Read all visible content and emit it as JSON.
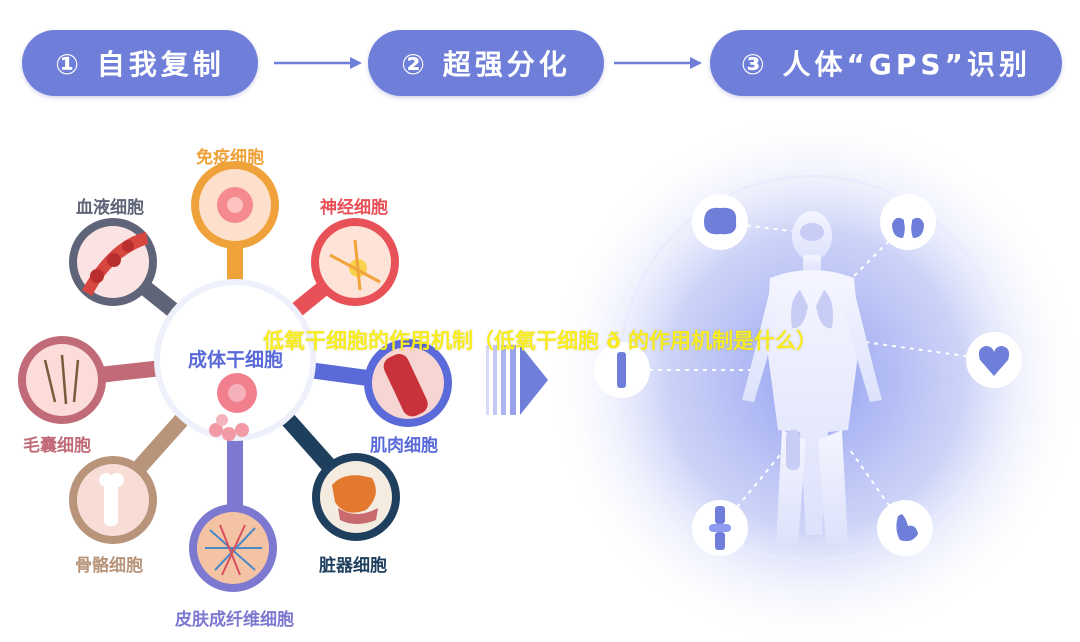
{
  "steps": [
    {
      "label": "① 自我复制"
    },
    {
      "label": "② 超强分化"
    },
    {
      "label": "③ 人体“GPS”识别"
    }
  ],
  "hub": {
    "label": "成体干细胞"
  },
  "cells": [
    {
      "label": "免疫细胞",
      "color": "#f0a23a"
    },
    {
      "label": "神经细胞",
      "color": "#e85158"
    },
    {
      "label": "肌肉细胞",
      "color": "#5a6ad8"
    },
    {
      "label": "脏器细胞",
      "color": "#1f3f5e"
    },
    {
      "label": "皮肤成纤维细胞",
      "color": "#7d78d0"
    },
    {
      "label": "骨骼细胞",
      "color": "#b8957a"
    },
    {
      "label": "毛囊细胞",
      "color": "#c06b77"
    },
    {
      "label": "血液细胞",
      "color": "#5f6478"
    }
  ],
  "body_icons": [
    "brain-icon",
    "lungs-icon",
    "heart-icon",
    "stomach-icon",
    "joint-icon",
    "bone-icon"
  ],
  "overlay_title": "低氧干细胞的作用机制（低氧干细胞 ð 的作用机制是什么）",
  "colors": {
    "accent": "#6f7fd9",
    "overlay": "#f8ec1f"
  }
}
